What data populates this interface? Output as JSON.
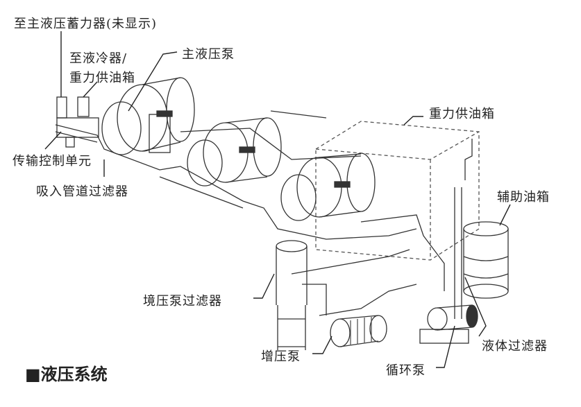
{
  "labels": {
    "accumulator": "至主液压蓄力器(未显示)",
    "cooler_line1": "至液冷器/",
    "cooler_line2": "重力供油箱",
    "main_pump": "主液压泵",
    "gravity_tank": "重力供油箱",
    "transmission_control": "传输控制单元",
    "suction_filter": "吸入管道过滤器",
    "aux_tank": "辅助油箱",
    "boost_pump_filter": "境压泵过滤器",
    "fluid_filter": "液体过滤器",
    "boost_pump": "增压泵",
    "circulation_pump": "循环泵"
  },
  "caption": "■液压系统"
}
